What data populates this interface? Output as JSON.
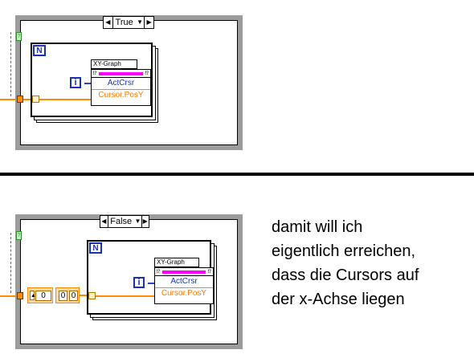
{
  "top_case": {
    "selector_label": "True",
    "loop_count_label": "N",
    "index_label": "i",
    "property_node": {
      "title": "XY-Graph",
      "property_1": "ActCrsr",
      "property_2": "Cursor.PosY"
    }
  },
  "bottom_case": {
    "selector_label": "False",
    "loop_count_label": "N",
    "index_label": "i",
    "constant_value_1": "0",
    "constant_value_2": "0",
    "constant_value_3": "0",
    "property_node": {
      "title": "XY-Graph",
      "property_1": "ActCrsr",
      "property_2": "Cursor.PosY"
    }
  },
  "note": {
    "line_1": "damit will ich",
    "line_2": "eigentlich erreichen,",
    "line_3": "dass die Cursors auf",
    "line_4": "der x-Achse liegen"
  },
  "colors": {
    "structure_border": "#9c9c9c",
    "numeric_wire": "#ff8c00",
    "reference_wire": "#2a44c8",
    "boolean_wire": "#2e8b2e",
    "cursor_color": "#ff00ff"
  }
}
